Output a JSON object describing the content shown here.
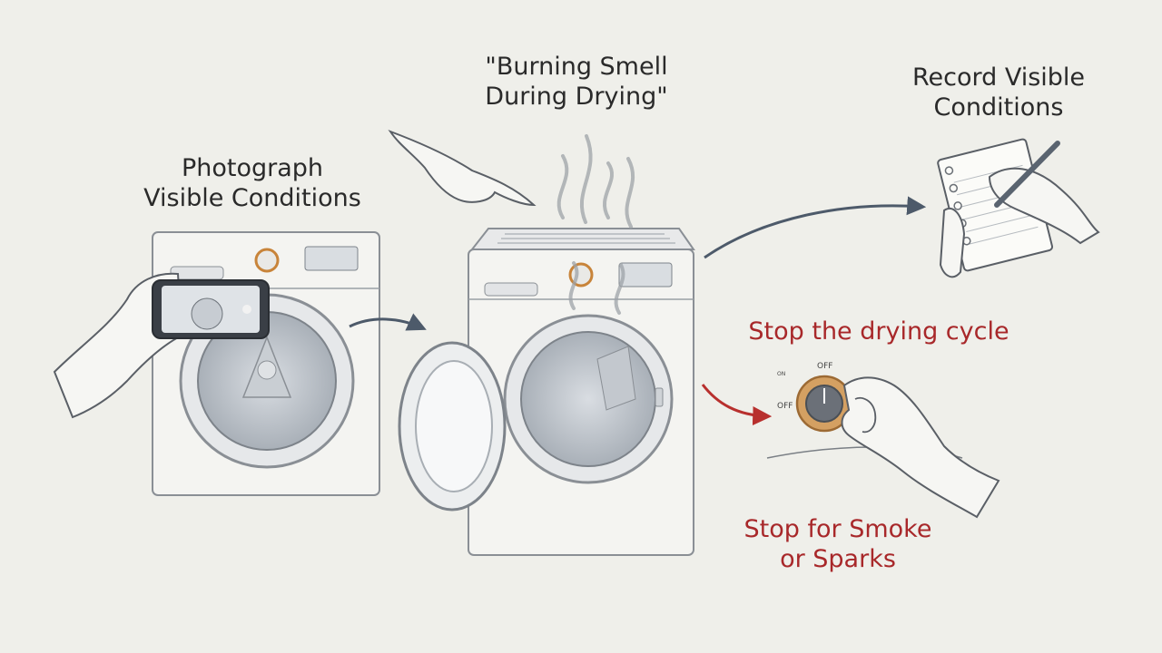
{
  "labels": {
    "photograph": [
      "Photograph",
      "Visible Conditions"
    ],
    "burning": [
      "\"Burning Smell",
      "During Drying\""
    ],
    "record": [
      "Record Visible",
      "Conditions"
    ],
    "stop_cycle": "Stop the drying cycle",
    "stop_smoke": [
      "Stop for Smoke",
      "or Sparks"
    ]
  },
  "dial": {
    "off_top": "OFF",
    "off_left": "OFF",
    "on": "ON"
  },
  "colors": {
    "background": "#efefea",
    "text": "#2a2a2a",
    "warning": "#a8282a",
    "arrow": "#4d5a6a",
    "knob": "#c8843a"
  }
}
